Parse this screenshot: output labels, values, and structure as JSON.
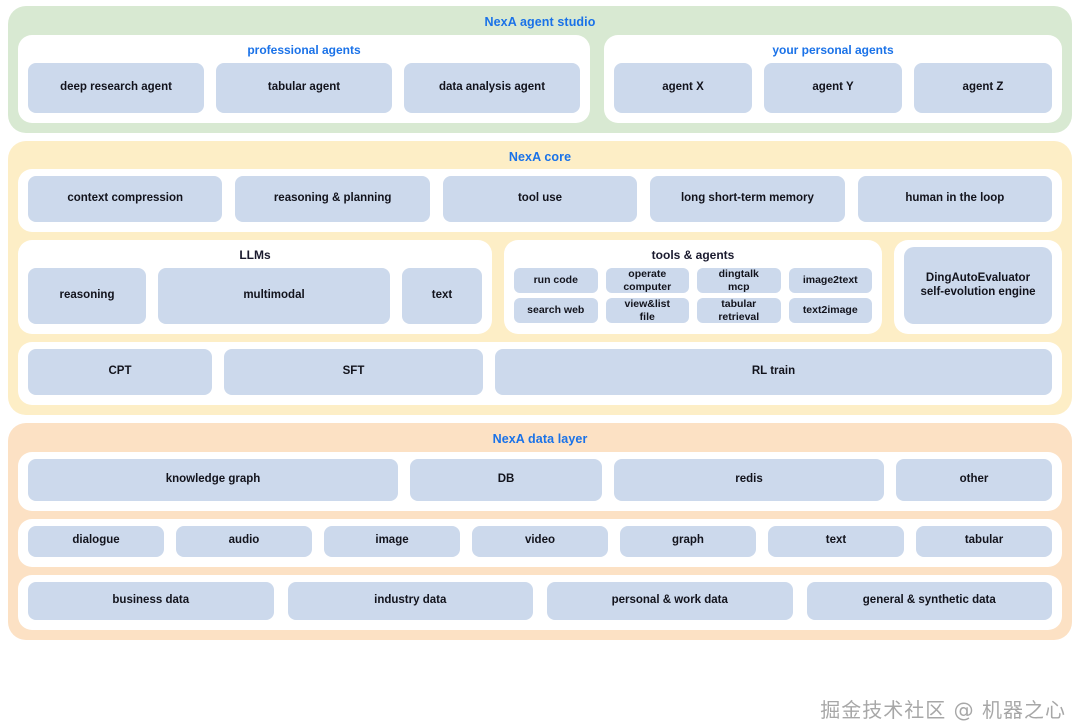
{
  "diagram": {
    "watermark": "掘金技术社区 @ 机器之心",
    "colors": {
      "panel_green": "#d8e9d2",
      "panel_yellow": "#fdeec6",
      "panel_orange": "#fce1c4",
      "node_blue": "#ccd9ec",
      "title_blue": "#1a72e8",
      "card_white": "#ffffff",
      "text_dark": "#12131c"
    }
  },
  "agent_studio": {
    "title": "NexA agent studio",
    "professional": {
      "title": "professional agents",
      "agents": [
        {
          "label": "deep research agent"
        },
        {
          "label": "tabular agent"
        },
        {
          "label": "data analysis agent"
        }
      ]
    },
    "personal": {
      "title": "your personal agents",
      "agents": [
        {
          "label": "agent X"
        },
        {
          "label": "agent Y"
        },
        {
          "label": "agent Z"
        }
      ]
    }
  },
  "core": {
    "title": "NexA core",
    "capabilities": [
      {
        "label": "context compression"
      },
      {
        "label": "reasoning & planning"
      },
      {
        "label": "tool use"
      },
      {
        "label": "long short-term memory"
      },
      {
        "label": "human in the loop"
      }
    ],
    "llms": {
      "title": "LLMs",
      "items": [
        {
          "label": "reasoning"
        },
        {
          "label": "multimodal"
        },
        {
          "label": "text"
        }
      ]
    },
    "tools": {
      "title": "tools & agents",
      "items": [
        {
          "label": "run code"
        },
        {
          "label": "operate\ncomputer"
        },
        {
          "label": "dingtalk\nmcp"
        },
        {
          "label": "image2text"
        },
        {
          "label": "search web"
        },
        {
          "label": "view&list\nfile"
        },
        {
          "label": "tabular\nretrieval"
        },
        {
          "label": "text2image"
        }
      ]
    },
    "evaluator": {
      "label": "DingAutoEvaluator\nself-evolution engine"
    },
    "training": [
      {
        "label": "CPT"
      },
      {
        "label": "SFT"
      },
      {
        "label": "RL train"
      }
    ]
  },
  "data_layer": {
    "title": "NexA data layer",
    "stores": [
      {
        "label": "knowledge graph"
      },
      {
        "label": "DB"
      },
      {
        "label": "redis"
      },
      {
        "label": "other"
      }
    ],
    "modalities": [
      {
        "label": "dialogue"
      },
      {
        "label": "audio"
      },
      {
        "label": "image"
      },
      {
        "label": "video"
      },
      {
        "label": "graph"
      },
      {
        "label": "text"
      },
      {
        "label": "tabular"
      }
    ],
    "sources": [
      {
        "label": "business data"
      },
      {
        "label": "industry data"
      },
      {
        "label": "personal & work data"
      },
      {
        "label": "general & synthetic data"
      }
    ]
  }
}
